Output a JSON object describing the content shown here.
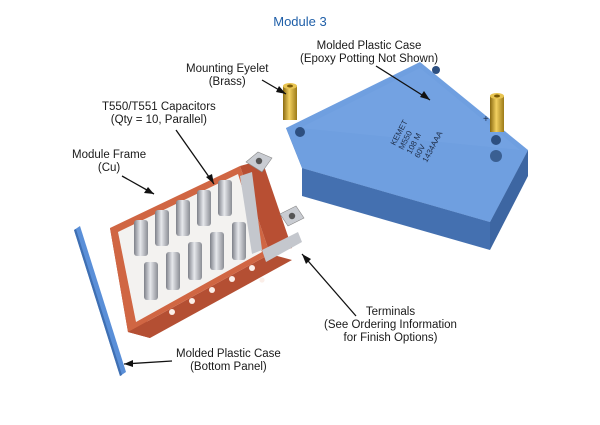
{
  "title": "Module 3",
  "labels": {
    "case_top": [
      "Molded Plastic Case",
      "(Epoxy Potting Not Shown)"
    ],
    "eyelet": [
      "Mounting Eyelet",
      "(Brass)"
    ],
    "capacitors": [
      "T550/T551 Capacitors",
      "(Qty = 10, Parallel)"
    ],
    "frame": [
      "Module Frame",
      "(Cu)"
    ],
    "terminals": [
      "Terminals",
      "(See Ordering Information",
      "for Finish Options)"
    ],
    "case_bottom": [
      "Molded Plastic Case",
      "(Bottom Panel)"
    ]
  },
  "case_marking": [
    "KEMET",
    "M550",
    "108 M",
    "60V",
    "1434AAA"
  ],
  "plus_sign": "+",
  "colors": {
    "title": "#1f5fa8",
    "case": "#5a8fd8",
    "frame": "#c8593a",
    "capacitor": "#b9bcc2",
    "eyelet": "#c9a227"
  }
}
